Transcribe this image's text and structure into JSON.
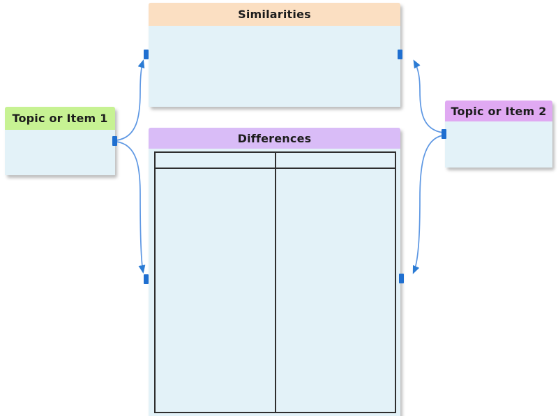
{
  "diagram": {
    "type": "compare-contrast-graphic-organizer",
    "background": "#FFFFFF",
    "boxes": {
      "similarities": {
        "label": "Similarities",
        "header_color": "#FBDFC2",
        "body_color": "#E3F2F8",
        "body_text": ""
      },
      "differences": {
        "label": "Differences",
        "header_color": "#D9BCF7",
        "body_color": "#E3F2F8",
        "table": {
          "columns": 2,
          "rows": 2,
          "cells": [
            [
              "",
              ""
            ],
            [
              "",
              ""
            ]
          ],
          "border_color": "#2E2E2E"
        }
      },
      "topic1": {
        "label": "Topic or Item 1",
        "header_color": "#C7F293",
        "body_color": "#E3F2F8",
        "body_text": ""
      },
      "topic2": {
        "label": "Topic or Item 2",
        "header_color": "#E0A9F2",
        "body_color": "#E3F2F8",
        "body_text": ""
      }
    },
    "connectors": [
      {
        "from": "topic1",
        "to": "similarities",
        "style": "curved-arrow"
      },
      {
        "from": "topic1",
        "to": "differences",
        "style": "curved-arrow"
      },
      {
        "from": "topic2",
        "to": "similarities",
        "style": "curved-arrow"
      },
      {
        "from": "topic2",
        "to": "differences",
        "style": "curved-arrow"
      }
    ],
    "colors": {
      "arrow_stroke": "#5D97E3",
      "arrowhead_fill": "#2B7BD4",
      "connection_handle": "#1F6FD0",
      "text": "#1C1C1C",
      "shadow": "rgba(110,110,110,0.45)"
    }
  }
}
